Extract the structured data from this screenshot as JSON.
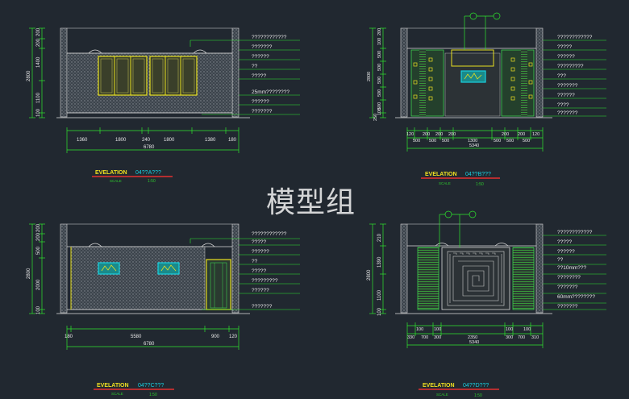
{
  "watermark": "模型组",
  "colors": {
    "background": "#212830",
    "dim_line": "#2ee62e",
    "annotation": "#e8e8e8",
    "wall": "#d8d8d8",
    "hatch": "#8a8f96",
    "title_red": "#e53030",
    "title_yellow": "#f0e020",
    "scale_green": "#2ec82e",
    "cyan": "#19d0e0"
  },
  "panels": [
    {
      "id": "A",
      "title": "EVELATION",
      "code": "04??A???",
      "scale_label": "SCALE",
      "scale_value": "1:50",
      "heights": [
        "200",
        "200",
        "1400",
        "1100",
        "100"
      ],
      "total_height": "2800",
      "widths": [
        "1360",
        "1800",
        "240",
        "1800",
        "1380",
        "180"
      ],
      "total_width": "6780",
      "notes": [
        "????????????",
        "???????",
        "??????",
        "??",
        "?????",
        "25mm????????",
        "??????",
        "???????"
      ]
    },
    {
      "id": "B",
      "title": "EVELATION",
      "code": "04??B???",
      "scale_label": "SCALE",
      "scale_value": "1:50",
      "heights": [
        "200",
        "100",
        "500",
        "500",
        "500",
        "500",
        "500",
        "100",
        "250"
      ],
      "total_height": "2800",
      "widths_top": [
        "120",
        "200",
        "200",
        "200",
        "200",
        "200",
        "120"
      ],
      "widths_bottom": [
        "500",
        "500",
        "500",
        "1300",
        "500",
        "500",
        "500"
      ],
      "total_width": "5340",
      "notes": [
        "????????????",
        "?????",
        "??????",
        "?????????",
        "???",
        "???????",
        "??????",
        "????",
        "???????"
      ]
    },
    {
      "id": "C",
      "title": "EVELATION",
      "code": "04??C???",
      "scale_label": "SCALE",
      "scale_value": "1:50",
      "heights": [
        "200",
        "200",
        "500",
        "2000",
        "100"
      ],
      "total_height": "2800",
      "widths": [
        "180",
        "5580",
        "900",
        "120"
      ],
      "total_width": "6780",
      "notes": [
        "????????????",
        "?????",
        "??????",
        "??",
        "?????",
        "?????????",
        "??????",
        "???????"
      ]
    },
    {
      "id": "D",
      "title": "EVELATION",
      "code": "04??D???",
      "scale_label": "SCALE",
      "scale_value": "1:50",
      "heights": [
        "210",
        "1390",
        "1100",
        "100"
      ],
      "total_height": "2800",
      "widths_top": [
        "100",
        "100",
        "100",
        "100"
      ],
      "widths_bottom": [
        "330",
        "700",
        "300",
        "2350",
        "300",
        "700",
        "310"
      ],
      "total_width": "5340",
      "notes": [
        "????????????",
        "?????",
        "??????",
        "??",
        "??10mm???",
        "????????",
        "???????",
        "60mm????????",
        "???????"
      ]
    }
  ]
}
